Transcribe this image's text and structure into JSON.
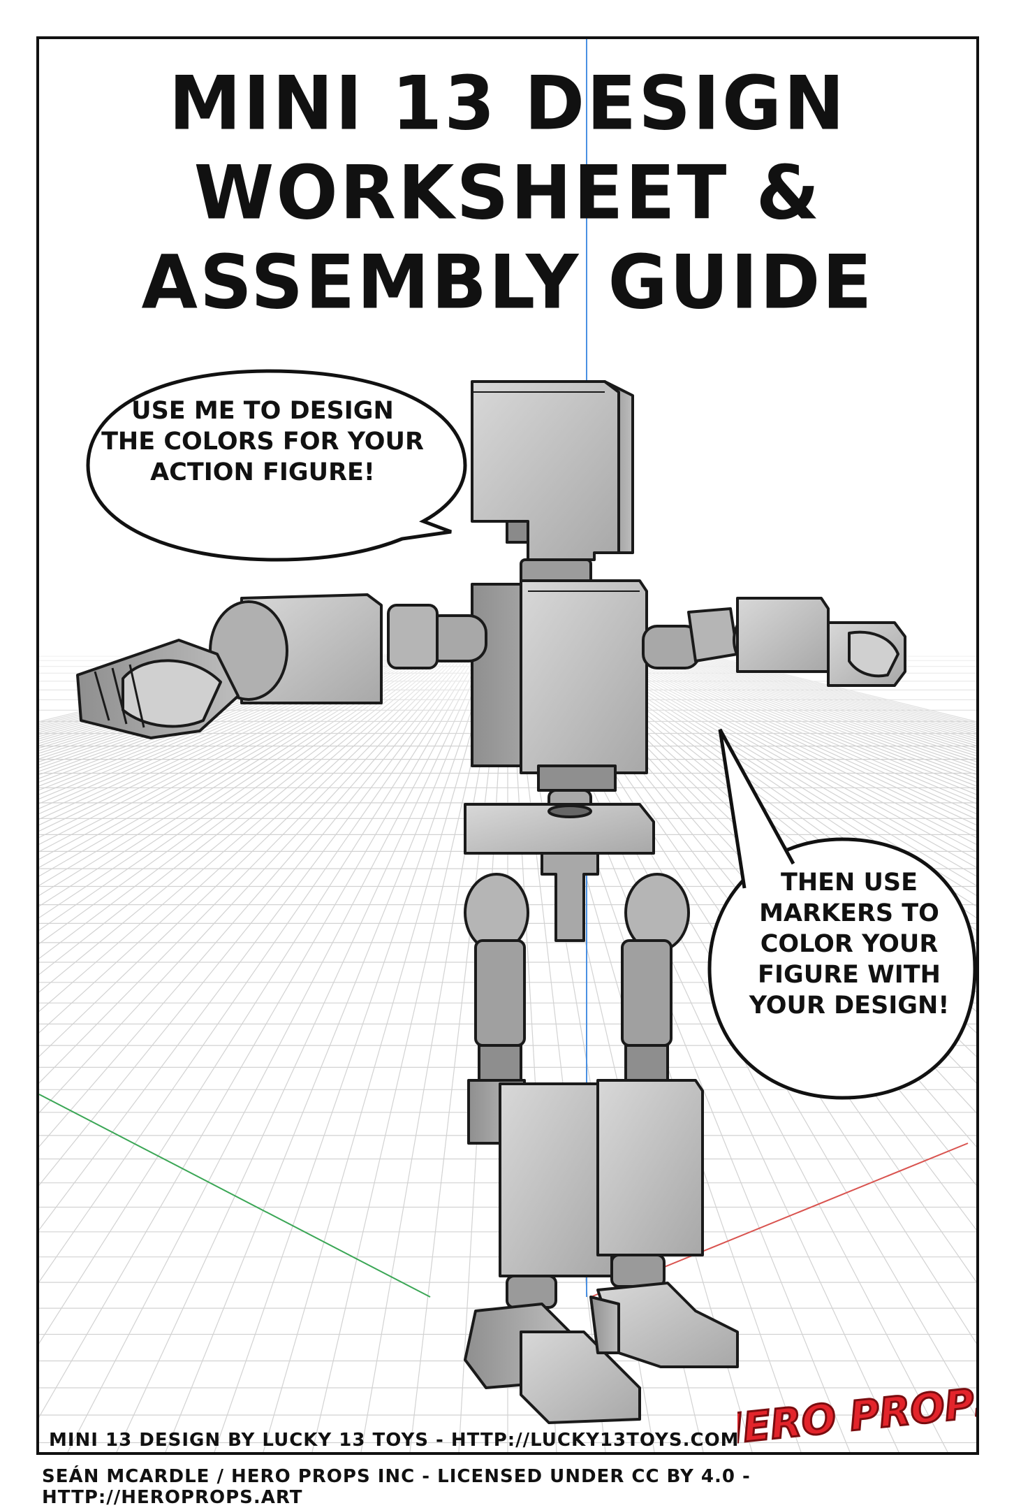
{
  "title": {
    "line1": "MINI 13 DESIGN",
    "line2": "WORKSHEET &",
    "line3": "ASSEMBLY GUIDE"
  },
  "bubble_left": {
    "line1": "USE ME TO DESIGN",
    "line2": "THE COLORS FOR YOUR",
    "line3": "ACTION FIGURE!"
  },
  "bubble_right": {
    "line1": "THEN USE",
    "line2": "MARKERS TO",
    "line3": "COLOR YOUR",
    "line4": "FIGURE WITH",
    "line5": "YOUR DESIGN!"
  },
  "credits": {
    "design": "MINI 13 DESIGN BY LUCKY 13 TOYS - HTTP://LUCKY13TOYS.COM",
    "license": "SEÁN MCARDLE / HERO PROPS INC - LICENSED UNDER CC BY 4.0 - HTTP://HEROPROPS.ART"
  },
  "logo": {
    "text": "HERO PROPS"
  },
  "colors": {
    "figure_face": "#c9c9c9",
    "figure_shade": "#9e9e9e",
    "outline": "#1a1a1a",
    "grid": "#d4d4d4",
    "axis_green": "#3aa655",
    "axis_red": "#d9534f",
    "axis_blue": "#4a90e2",
    "logo_red": "#e3242b"
  }
}
